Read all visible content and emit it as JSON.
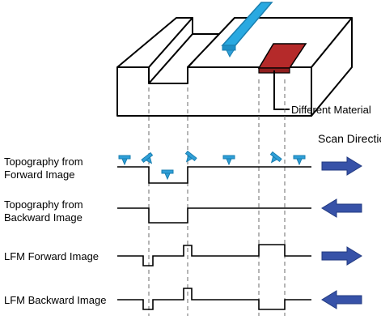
{
  "labels": {
    "different_material": "Different Material",
    "scan_direction": "Scan Direction",
    "topo_forward_line1": "Topography from",
    "topo_forward_line2": "Forward Image",
    "topo_backward_line1": "Topography from",
    "topo_backward_line2": "Backward Image",
    "lfm_forward": "LFM Forward Image",
    "lfm_backward": "LFM Backward Image"
  },
  "colors": {
    "cantilever": "#29a9e1",
    "tip": "#2f9fd8",
    "material": "#b52a2a",
    "arrow": "#3752a8",
    "line": "#000000",
    "guide": "#6b6b6b"
  },
  "arrows": {
    "topo_forward": "right",
    "topo_backward": "left",
    "lfm_forward": "right",
    "lfm_backward": "left"
  },
  "icons": {
    "cantilever": "cantilever-icon",
    "tip": "tip-icon",
    "arrow": "arrow-icon"
  }
}
